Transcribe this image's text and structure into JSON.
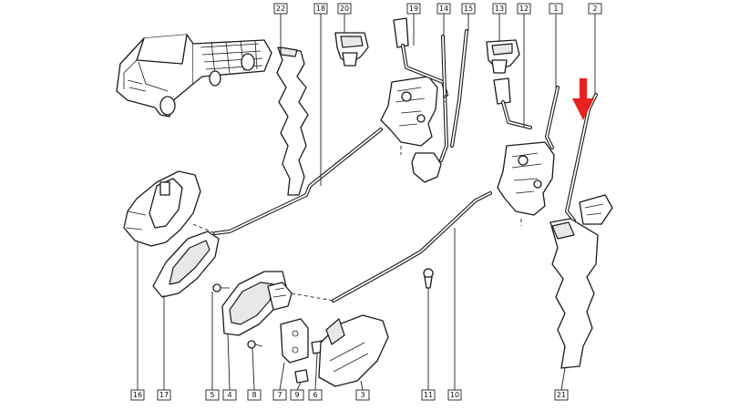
{
  "callouts": [
    {
      "id": "c22",
      "label": "22"
    },
    {
      "id": "c18",
      "label": "18"
    },
    {
      "id": "c20",
      "label": "20"
    },
    {
      "id": "c19",
      "label": "19"
    },
    {
      "id": "c14",
      "label": "14"
    },
    {
      "id": "c15",
      "label": "15"
    },
    {
      "id": "c13",
      "label": "13"
    },
    {
      "id": "c12",
      "label": "12"
    },
    {
      "id": "c1",
      "label": "1"
    },
    {
      "id": "c2",
      "label": "2"
    },
    {
      "id": "c16",
      "label": "16"
    },
    {
      "id": "c17",
      "label": "17"
    },
    {
      "id": "c5",
      "label": "5"
    },
    {
      "id": "c4",
      "label": "4"
    },
    {
      "id": "c8",
      "label": "8"
    },
    {
      "id": "c7",
      "label": "7"
    },
    {
      "id": "c9",
      "label": "9"
    },
    {
      "id": "c6",
      "label": "6"
    },
    {
      "id": "c3",
      "label": "3"
    },
    {
      "id": "c11",
      "label": "11"
    },
    {
      "id": "c10",
      "label": "10"
    },
    {
      "id": "c21",
      "label": "21"
    }
  ],
  "colors": {
    "indicator_arrow": "#e8231f",
    "line_art": "#1a1a1a",
    "background": "#ffffff"
  }
}
